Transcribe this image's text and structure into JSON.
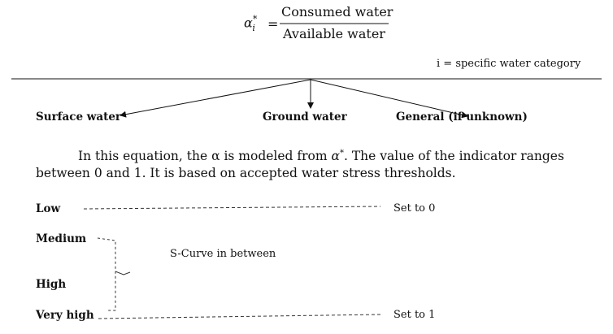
{
  "equation": {
    "symbol": "α",
    "superscript": "*",
    "subscript": "i",
    "equals": "=",
    "numerator": "Consumed water",
    "denominator": "Available water"
  },
  "note": "i = specific water category",
  "categories": [
    {
      "label": "Surface water"
    },
    {
      "label": "Ground water"
    },
    {
      "label": "General (if unknown)"
    }
  ],
  "paragraph": {
    "line1_a": "In this equation, the α is modeled from ",
    "line1_sym": "α",
    "line1_sup": "*",
    "line1_b": ". The value of the indicator ranges",
    "line2": "between 0 and 1. It is based on accepted water stress thresholds."
  },
  "levels": {
    "low": "Low",
    "medium": "Medium",
    "high": "High",
    "very_high": "Very high",
    "set_to_0": "Set to 0",
    "s_curve": "S-Curve in between",
    "set_to_1": "Set to 1"
  }
}
